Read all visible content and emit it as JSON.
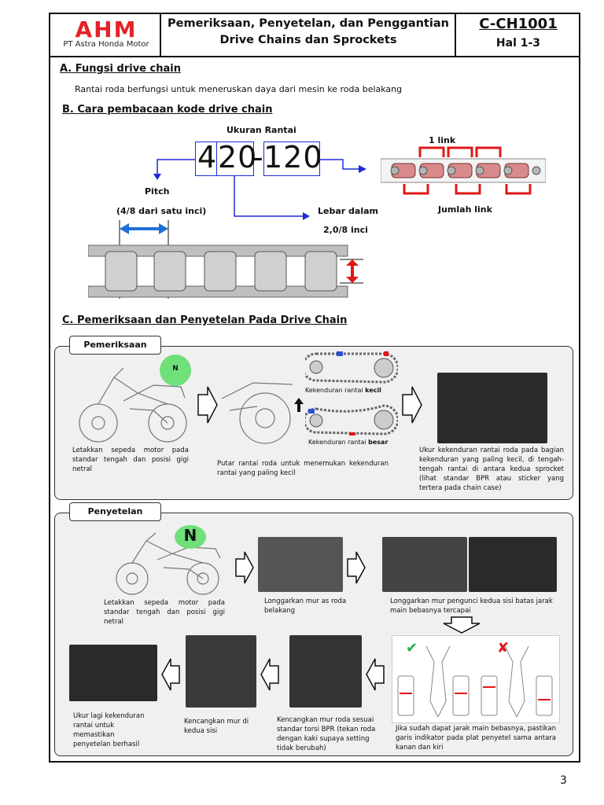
{
  "header": {
    "logo_brand": "AHM",
    "logo_sub": "PT Astra Honda Motor",
    "title_line1": "Pemeriksaan, Penyetelan, dan Penggantian",
    "title_line2": "Drive Chains dan Sprockets",
    "doc_code": "C-CH1001",
    "page_ref": "Hal 1-3"
  },
  "section_a": {
    "heading": "A. Fungsi drive chain",
    "body": "Rantai roda berfungsi untuk meneruskan daya dari mesin ke roda belakang"
  },
  "section_b": {
    "heading": "B. Cara pembacaan kode drive chain",
    "size_label": "Ukuran Rantai",
    "code_first": "4",
    "code_second": "20",
    "code_dash": "-",
    "code_third": "120",
    "pitch_label": "Pitch",
    "pitch_value": "(4/8 dari satu inci)",
    "width_label": "Lebar dalam",
    "width_value": "2,0/8 inci",
    "link_label": "1 link",
    "link_count_label": "Jumlah link"
  },
  "section_c": {
    "heading": "C. Pemeriksaan dan Penyetelan Pada Drive Chain",
    "inspection": {
      "tab": "Pemeriksaan",
      "neutral": "N",
      "step1": "Letakkan sepeda motor pada standar tengah dan posisi gigi netral",
      "step2": "Putar rantai roda untuk menemukan kekenduran rantai yang paling kecil",
      "slack_small_prefix": "Kekenduran rantai ",
      "slack_small_word": "kecil",
      "slack_large_prefix": "Kekenduran rantai ",
      "slack_large_word": "besar",
      "step3": "Ukur kekenduran rantai roda pada bagian kekenduran yang paling kecil, di tengah-tengah rantai di antara kedua sprocket (lihat standar BPR atau sticker yang tertera pada chain case)"
    },
    "adjustment": {
      "tab": "Penyetelan",
      "neutral": "N",
      "step1": "Letakkan sepeda motor pada standar tengah dan posisi gigi netral",
      "step2": "Longgarkan mur as roda belakang",
      "step3": "Longgarkan mur pengunci kedua sisi batas jarak main bebasnya tercapai",
      "step4": "Jika sudah dapat jarak main bebasnya, pastikan garis indikator pada plat penyetel sama antara kanan dan kiri",
      "step5": "Kencangkan mur roda sesuai standar torsi BPR (tekan roda dengan kaki supaya setting tidak berubah)",
      "step6": "Kencangkan mur di kedua sisi",
      "step7": "Ukur lagi kekenduran rantai untuk memastikan penyetelan berhasil",
      "check_mark": "✔",
      "cross_mark": "✘"
    }
  },
  "page_number": "3"
}
